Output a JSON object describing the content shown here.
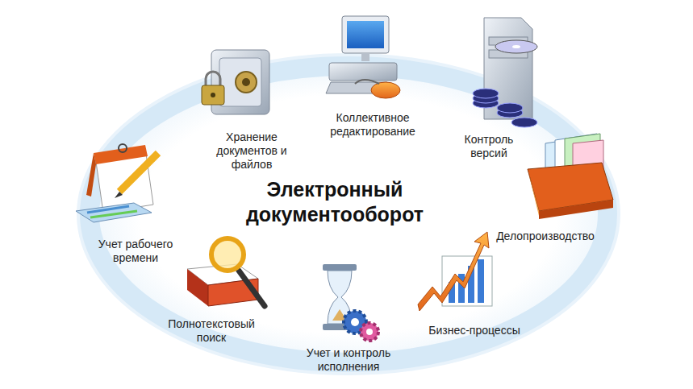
{
  "diagram": {
    "title": "Электронный документооборот",
    "labels": [
      "Хранение документов и файлов",
      "Коллективное редактирование",
      "Контроль версий",
      "Делопроизводство",
      "Бизнес-процессы",
      "Учет и контроль исполнения",
      "Полнотекстовый поиск",
      "Учет рабочего времени"
    ]
  }
}
